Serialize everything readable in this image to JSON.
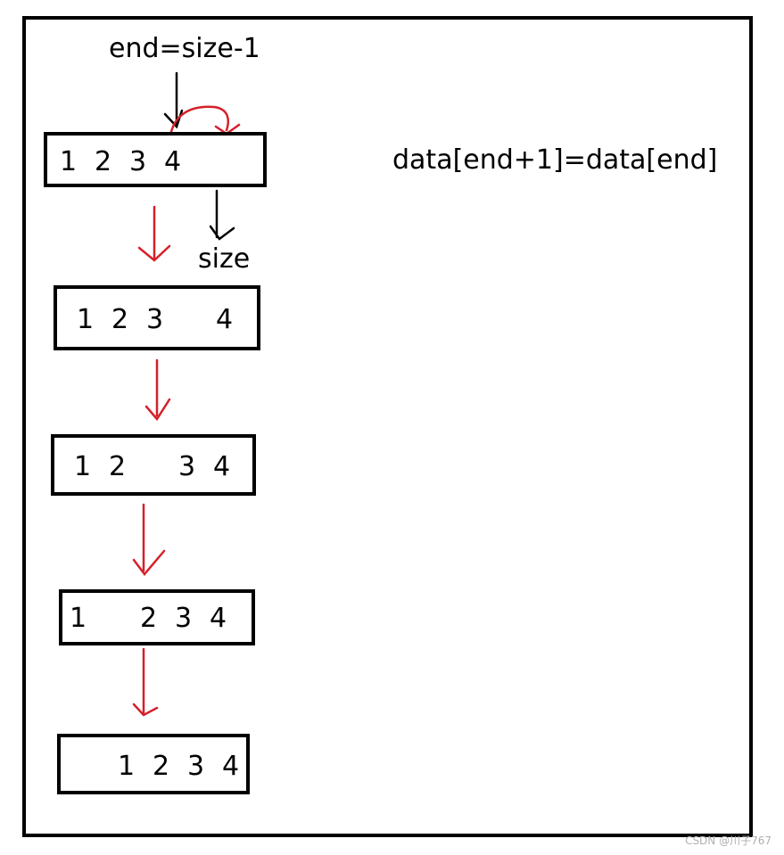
{
  "labels": {
    "end_pointer": "end=size-1",
    "size_pointer": "size",
    "formula": "data[end+1]=data[end]"
  },
  "rows": [
    {
      "cells": [
        "1",
        "2",
        "3",
        "4",
        "",
        ""
      ]
    },
    {
      "cells": [
        "1",
        "2",
        "3",
        "",
        "4"
      ]
    },
    {
      "cells": [
        "1",
        "2",
        "",
        "3",
        "4"
      ]
    },
    {
      "cells": [
        "1",
        "",
        "2",
        "3",
        "4"
      ]
    },
    {
      "cells": [
        "",
        "1",
        "2",
        "3",
        "4"
      ]
    }
  ],
  "colors": {
    "ink": "#000000",
    "arrow": "#d6202a",
    "watermark": "#b0b0b0"
  },
  "watermark": "CSDN @川子767"
}
